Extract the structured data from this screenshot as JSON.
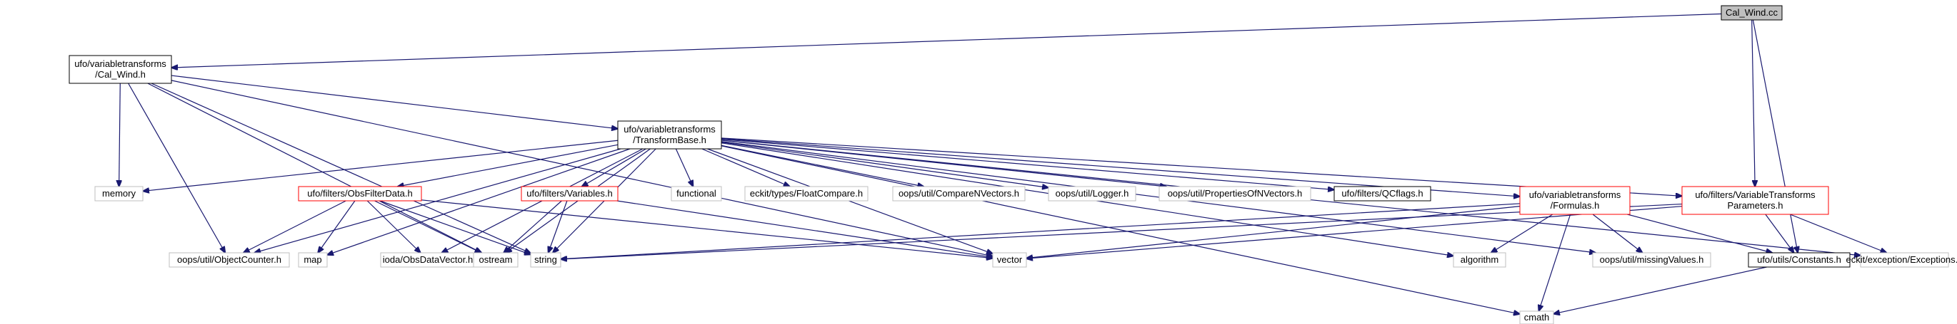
{
  "colors": {
    "edge": "#191970",
    "border_default": "#000000",
    "border_system": "#bfbfbf",
    "border_incomplete": "#ff0000",
    "fill_default": "#ffffff",
    "fill_root": "#bfbfbf"
  },
  "nodes": [
    {
      "id": "cal_wind_cc",
      "lines": [
        "Cal_Wind.cc"
      ],
      "style": "root"
    },
    {
      "id": "cal_wind_h",
      "lines": [
        "ufo/variabletransforms",
        "/Cal_Wind.h"
      ],
      "style": "default"
    },
    {
      "id": "transformbase_h",
      "lines": [
        "ufo/variabletransforms",
        "/TransformBase.h"
      ],
      "style": "default"
    },
    {
      "id": "memory",
      "lines": [
        "memory"
      ],
      "style": "system"
    },
    {
      "id": "obsfilterdata_h",
      "lines": [
        "ufo/filters/ObsFilterData.h"
      ],
      "style": "incomplete"
    },
    {
      "id": "variables_h",
      "lines": [
        "ufo/filters/Variables.h"
      ],
      "style": "incomplete"
    },
    {
      "id": "functional",
      "lines": [
        "functional"
      ],
      "style": "system"
    },
    {
      "id": "floatcompare_h",
      "lines": [
        "eckit/types/FloatCompare.h"
      ],
      "style": "system"
    },
    {
      "id": "comparenvectors_h",
      "lines": [
        "oops/util/CompareNVectors.h"
      ],
      "style": "system"
    },
    {
      "id": "logger_h",
      "lines": [
        "oops/util/Logger.h"
      ],
      "style": "system"
    },
    {
      "id": "propertiesofnvectors_h",
      "lines": [
        "oops/util/PropertiesOfNVectors.h"
      ],
      "style": "system"
    },
    {
      "id": "qcflags_h",
      "lines": [
        "ufo/filters/QCflags.h"
      ],
      "style": "default"
    },
    {
      "id": "formulas_h",
      "lines": [
        "ufo/variabletransforms",
        "/Formulas.h"
      ],
      "style": "incomplete"
    },
    {
      "id": "vtparams_h",
      "lines": [
        "ufo/filters/VariableTransforms",
        "Parameters.h"
      ],
      "style": "incomplete"
    },
    {
      "id": "objectcounter_h",
      "lines": [
        "oops/util/ObjectCounter.h"
      ],
      "style": "system"
    },
    {
      "id": "map",
      "lines": [
        "map"
      ],
      "style": "system"
    },
    {
      "id": "obsdatavector_h",
      "lines": [
        "ioda/ObsDataVector.h"
      ],
      "style": "system"
    },
    {
      "id": "ostream",
      "lines": [
        "ostream"
      ],
      "style": "system"
    },
    {
      "id": "string",
      "lines": [
        "string"
      ],
      "style": "system"
    },
    {
      "id": "vector",
      "lines": [
        "vector"
      ],
      "style": "system"
    },
    {
      "id": "algorithm",
      "lines": [
        "algorithm"
      ],
      "style": "system"
    },
    {
      "id": "missingvalues_h",
      "lines": [
        "oops/util/missingValues.h"
      ],
      "style": "system"
    },
    {
      "id": "constants_h",
      "lines": [
        "ufo/utils/Constants.h"
      ],
      "style": "default"
    },
    {
      "id": "exceptions_h",
      "lines": [
        "eckit/exception/Exceptions.h"
      ],
      "style": "system"
    },
    {
      "id": "cmath",
      "lines": [
        "cmath"
      ],
      "style": "system"
    }
  ],
  "edges": [
    {
      "from": "cal_wind_cc",
      "to": "cal_wind_h"
    },
    {
      "from": "cal_wind_cc",
      "to": "vtparams_h"
    },
    {
      "from": "cal_wind_cc",
      "to": "constants_h"
    },
    {
      "from": "cal_wind_h",
      "to": "transformbase_h"
    },
    {
      "from": "cal_wind_h",
      "to": "memory"
    },
    {
      "from": "cal_wind_h",
      "to": "objectcounter_h"
    },
    {
      "from": "cal_wind_h",
      "to": "ostream"
    },
    {
      "from": "cal_wind_h",
      "to": "string"
    },
    {
      "from": "cal_wind_h",
      "to": "vector"
    },
    {
      "from": "transformbase_h",
      "to": "memory"
    },
    {
      "from": "transformbase_h",
      "to": "obsfilterdata_h"
    },
    {
      "from": "transformbase_h",
      "to": "variables_h"
    },
    {
      "from": "transformbase_h",
      "to": "functional"
    },
    {
      "from": "transformbase_h",
      "to": "floatcompare_h"
    },
    {
      "from": "transformbase_h",
      "to": "comparenvectors_h"
    },
    {
      "from": "transformbase_h",
      "to": "logger_h"
    },
    {
      "from": "transformbase_h",
      "to": "propertiesofnvectors_h"
    },
    {
      "from": "transformbase_h",
      "to": "qcflags_h"
    },
    {
      "from": "transformbase_h",
      "to": "formulas_h"
    },
    {
      "from": "transformbase_h",
      "to": "vtparams_h"
    },
    {
      "from": "transformbase_h",
      "to": "objectcounter_h"
    },
    {
      "from": "transformbase_h",
      "to": "map"
    },
    {
      "from": "transformbase_h",
      "to": "obsdatavector_h"
    },
    {
      "from": "transformbase_h",
      "to": "ostream"
    },
    {
      "from": "transformbase_h",
      "to": "string"
    },
    {
      "from": "transformbase_h",
      "to": "vector"
    },
    {
      "from": "transformbase_h",
      "to": "algorithm"
    },
    {
      "from": "transformbase_h",
      "to": "missingvalues_h"
    },
    {
      "from": "transformbase_h",
      "to": "exceptions_h"
    },
    {
      "from": "transformbase_h",
      "to": "cmath"
    },
    {
      "from": "obsfilterdata_h",
      "to": "objectcounter_h"
    },
    {
      "from": "obsfilterdata_h",
      "to": "map"
    },
    {
      "from": "obsfilterdata_h",
      "to": "obsdatavector_h"
    },
    {
      "from": "obsfilterdata_h",
      "to": "ostream"
    },
    {
      "from": "obsfilterdata_h",
      "to": "string"
    },
    {
      "from": "obsfilterdata_h",
      "to": "vector"
    },
    {
      "from": "variables_h",
      "to": "ostream"
    },
    {
      "from": "variables_h",
      "to": "string"
    },
    {
      "from": "variables_h",
      "to": "vector"
    },
    {
      "from": "formulas_h",
      "to": "string"
    },
    {
      "from": "formulas_h",
      "to": "vector"
    },
    {
      "from": "formulas_h",
      "to": "algorithm"
    },
    {
      "from": "formulas_h",
      "to": "missingvalues_h"
    },
    {
      "from": "formulas_h",
      "to": "constants_h"
    },
    {
      "from": "formulas_h",
      "to": "cmath"
    },
    {
      "from": "vtparams_h",
      "to": "string"
    },
    {
      "from": "vtparams_h",
      "to": "vector"
    },
    {
      "from": "vtparams_h",
      "to": "constants_h"
    },
    {
      "from": "vtparams_h",
      "to": "exceptions_h"
    },
    {
      "from": "constants_h",
      "to": "cmath"
    }
  ]
}
